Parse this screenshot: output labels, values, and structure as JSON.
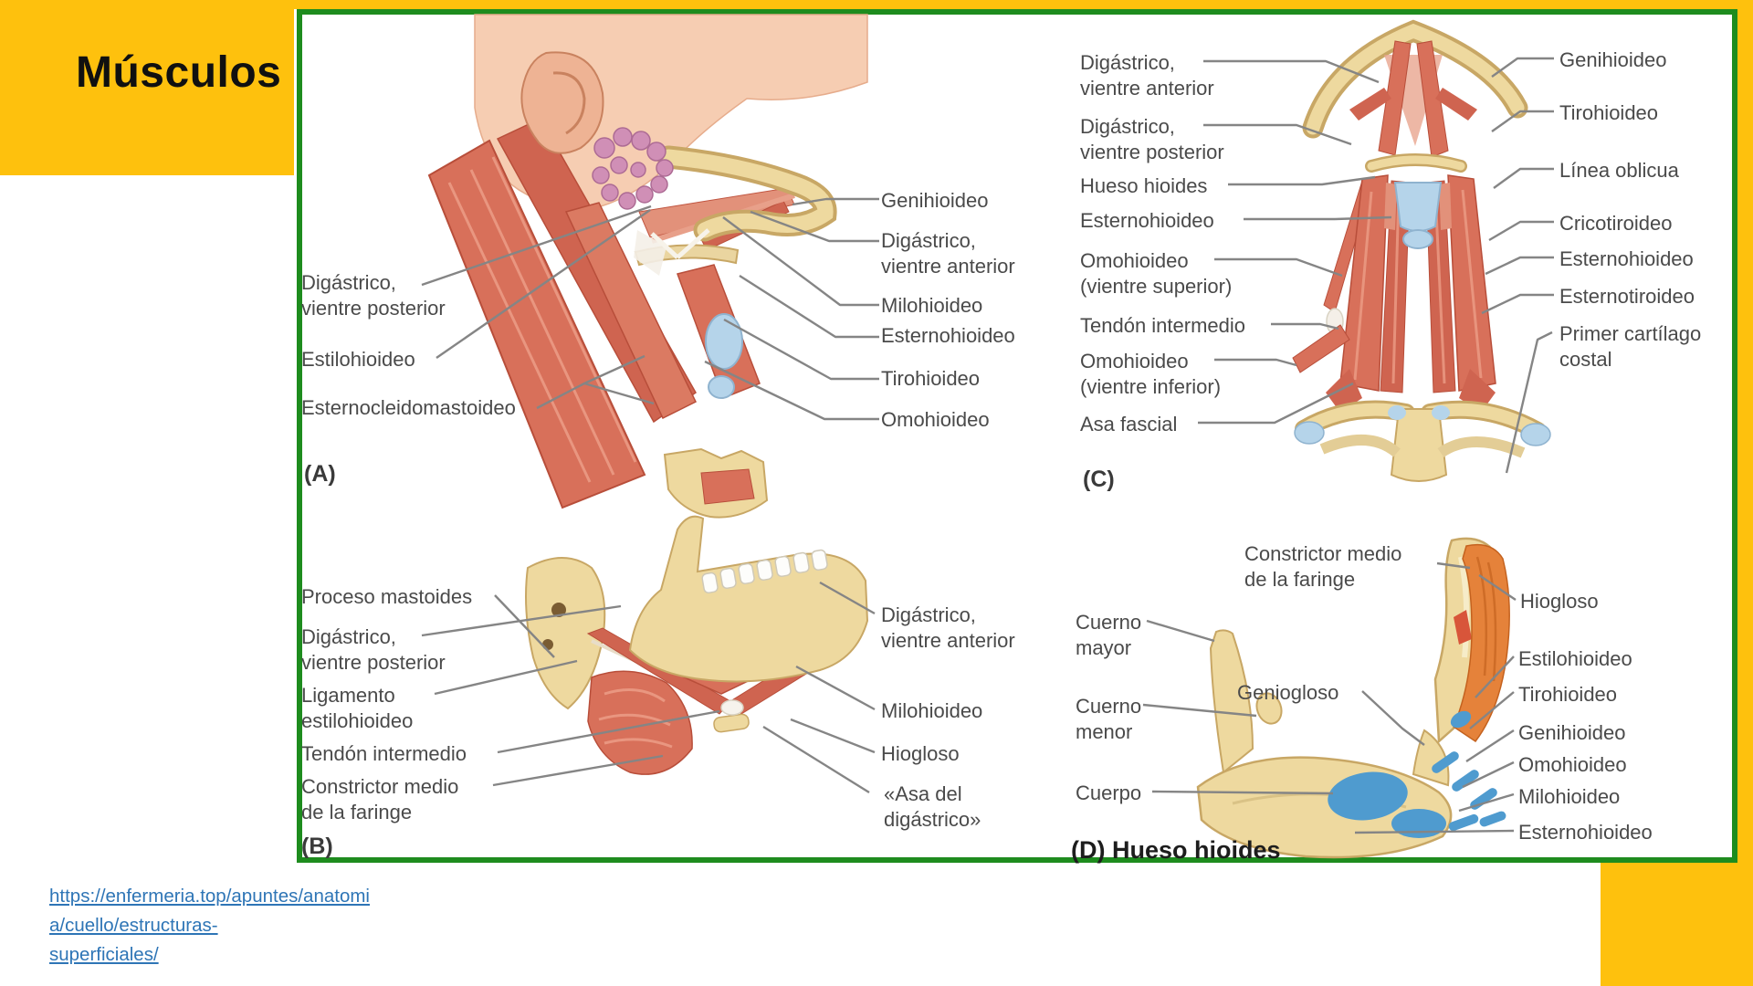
{
  "slide": {
    "title": "Músculos",
    "source_url": "https://enfermeria.top/apuntes/anatomia/cuello/estructuras-superficiales/",
    "source_url_lines": [
      "https://enfermeria.top/apuntes/anatomi",
      "a/cuello/estructuras-superficiales/"
    ]
  },
  "figure": {
    "panel_a": {
      "tag": "(A)",
      "labels_left": [
        {
          "text": "Digástrico,\nvientre posterior"
        },
        {
          "text": "Estilohioideo"
        },
        {
          "text": "Esternocleidomastoideo"
        }
      ],
      "labels_right": [
        {
          "text": "Genihioideo"
        },
        {
          "text": "Digástrico,\nvientre anterior"
        },
        {
          "text": "Milohioideo"
        },
        {
          "text": "Esternohioideo"
        },
        {
          "text": "Tirohioideo"
        },
        {
          "text": "Omohioideo"
        }
      ]
    },
    "panel_c": {
      "tag": "(C)",
      "labels_left": [
        {
          "text": "Digástrico,\nvientre anterior"
        },
        {
          "text": "Digástrico,\nvientre posterior"
        },
        {
          "text": "Hueso hioides"
        },
        {
          "text": "Esternohioideo"
        },
        {
          "text": "Omohioideo\n(vientre superior)"
        },
        {
          "text": "Tendón intermedio"
        },
        {
          "text": "Omohioideo\n(vientre inferior)"
        },
        {
          "text": "Asa fascial"
        }
      ],
      "labels_right": [
        {
          "text": "Genihioideo"
        },
        {
          "text": "Tirohioideo"
        },
        {
          "text": "Línea oblicua"
        },
        {
          "text": "Cricotiroideo"
        },
        {
          "text": "Esternohioideo"
        },
        {
          "text": "Esternotiroideo"
        },
        {
          "text": "Primer cartílago\ncostal"
        }
      ]
    },
    "panel_b": {
      "tag": "(B)",
      "labels_left": [
        {
          "text": "Proceso mastoides"
        },
        {
          "text": "Digástrico,\nvientre posterior"
        },
        {
          "text": "Ligamento\nestilohioideo"
        },
        {
          "text": "Tendón intermedio"
        },
        {
          "text": "Constrictor medio\nde la faringe"
        }
      ],
      "labels_right": [
        {
          "text": "Digástrico,\nvientre anterior"
        },
        {
          "text": "Milohioideo"
        },
        {
          "text": "Hiogloso"
        },
        {
          "text": "«Asa del\ndigástrico»"
        }
      ]
    },
    "panel_d": {
      "caption": "(D) Hueso hioides",
      "labels_top": [
        {
          "text": "Constrictor medio\nde la faringe"
        },
        {
          "text": "Geniogloso"
        }
      ],
      "labels_left": [
        {
          "text": "Cuerno\nmayor"
        },
        {
          "text": "Cuerno\nmenor"
        },
        {
          "text": "Cuerpo"
        }
      ],
      "labels_right": [
        {
          "text": "Hiogloso"
        },
        {
          "text": "Estilohioideo"
        },
        {
          "text": "Tirohioideo"
        },
        {
          "text": "Genihioideo"
        },
        {
          "text": "Omohioideo"
        },
        {
          "text": "Milohioideo"
        },
        {
          "text": "Esternohioideo"
        }
      ]
    }
  },
  "colors": {
    "accent_yellow": "#FEC10D",
    "frame_green": "#1E8C1E",
    "link_blue": "#2E75B6",
    "label_gray": "#4A4A4A"
  }
}
